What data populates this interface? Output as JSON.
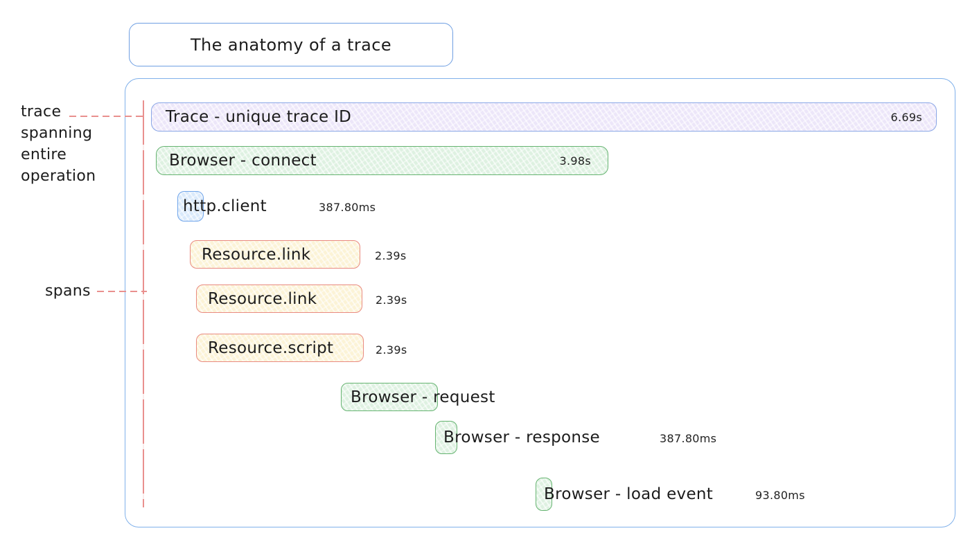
{
  "diagram": {
    "title": "The anatomy of a trace",
    "annotations": {
      "trace_note": "trace\nspanning\nentire\noperation",
      "spans_note": "spans"
    },
    "trace": {
      "label": "Trace - unique trace ID",
      "duration": "6.69s"
    },
    "spans": [
      {
        "name": "browser-connect",
        "label": "Browser - connect",
        "duration": "3.98s"
      },
      {
        "name": "http-client",
        "label": "http.client",
        "duration": "387.80ms"
      },
      {
        "name": "resource-link-1",
        "label": "Resource.link",
        "duration": "2.39s"
      },
      {
        "name": "resource-link-2",
        "label": "Resource.link",
        "duration": "2.39s"
      },
      {
        "name": "resource-script",
        "label": "Resource.script",
        "duration": "2.39s"
      },
      {
        "name": "browser-request",
        "label": "Browser - request",
        "duration": ""
      },
      {
        "name": "browser-response",
        "label": "Browser - response",
        "duration": "387.80ms"
      },
      {
        "name": "browser-load-event",
        "label": "Browser - load event",
        "duration": "93.80ms"
      }
    ],
    "colors": {
      "frame_border": "#7fb0ea",
      "trace_fill": "#ece6f9",
      "trace_border": "#8aa7e6",
      "green_fill": "#def1e1",
      "green_border": "#66b471",
      "yellow_fill": "#fcf3d6",
      "yellow_border": "#e98a80",
      "blue_fill": "#d9e9fb",
      "blue_border": "#70a5ea",
      "annotation_line": "#e9908e",
      "text": "#1c1c1c"
    }
  }
}
